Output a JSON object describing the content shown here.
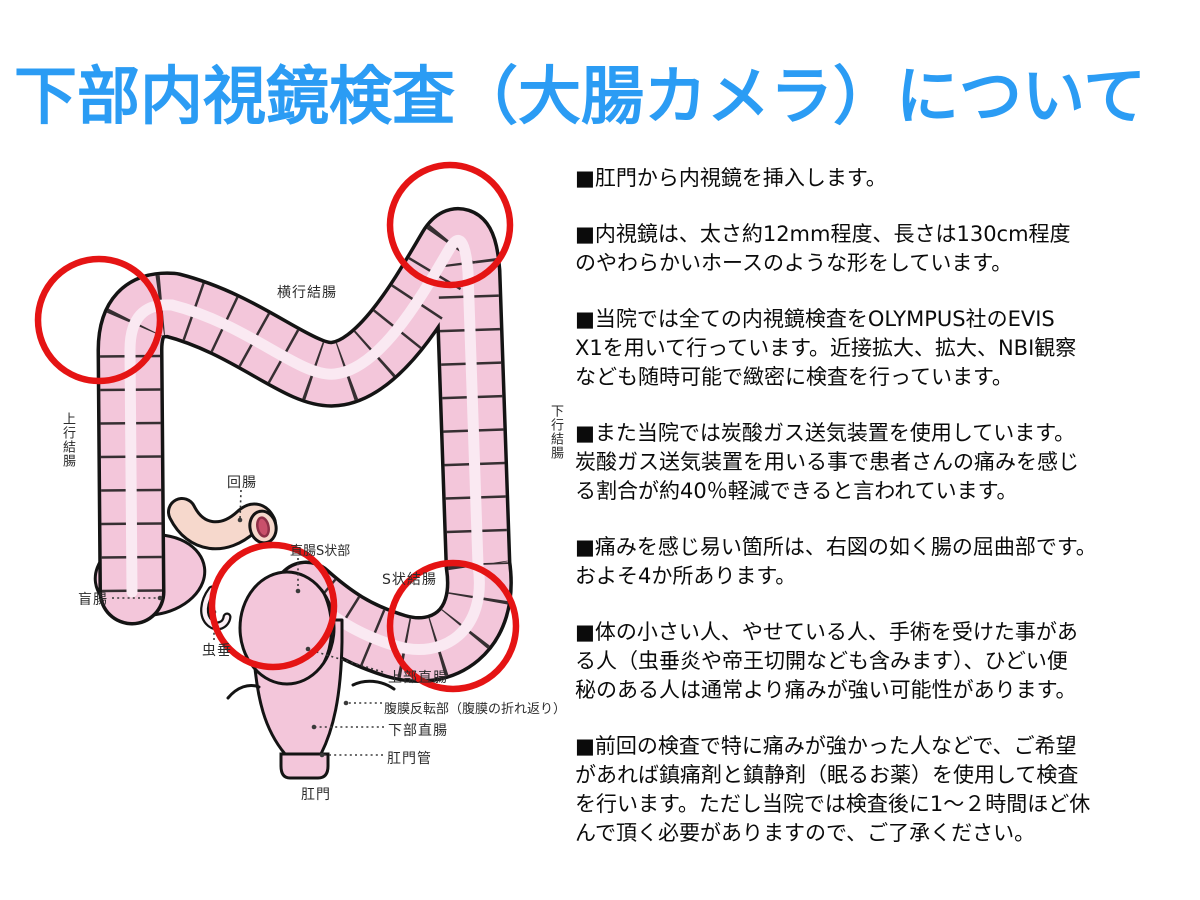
{
  "title": "下部内視鏡検査（大腸カメラ）について",
  "colors": {
    "title_blue": "#2B9CF4",
    "colon_pink": "#F3C6DA",
    "lumen_pink": "#FAE9F2",
    "outline_black": "#141414",
    "circle_red": "#E51414",
    "ileum_peach": "#F6D8CC",
    "body_text": "#0B0B0B"
  },
  "bullets": [
    {
      "lines": [
        "■肛門から内視鏡を挿入します。"
      ]
    },
    {
      "lines": [
        "■内視鏡は、太さ約12mm程度、長さは130cm程度",
        "のやわらかいホースのような形をしています。"
      ]
    },
    {
      "lines": [
        "■当院では全ての内視鏡検査をOLYMPUS社のEVIS",
        "X1を用いて行っています。近接拡大、拡大、NBI観察",
        "なども随時可能で緻密に検査を行っています。"
      ]
    },
    {
      "lines": [
        "■また当院では炭酸ガス送気装置を使用しています。",
        "炭酸ガス送気装置を用いる事で患者さんの痛みを感じ",
        "る割合が約40％軽減できると言われています。"
      ]
    },
    {
      "lines": [
        "■痛みを感じ易い箇所は、右図の如く腸の屈曲部です。",
        "およそ4か所あります。"
      ]
    },
    {
      "lines": [
        "■体の小さい人、やせている人、手術を受けた事があ",
        "る人（虫垂炎や帝王切開なども含みます）、ひどい便",
        "秘のある人は通常より痛みが強い可能性があります。"
      ]
    },
    {
      "lines": [
        "■前回の検査で特に痛みが強かった人などで、ご希望",
        "があれば鎮痛剤と鎮静剤（眠るお薬）を使用して検査",
        "を行います。ただし当院では検査後に1～２時間ほど休",
        "んで頂く必要がありますので、ご了承ください。"
      ]
    }
  ],
  "diagram": {
    "description": "大腸の解剖図（痛みを感じ易い屈曲部4か所を赤丸で表示）",
    "labels": [
      {
        "id": "transverse-colon",
        "text": "横行結腸"
      },
      {
        "id": "ascending-colon",
        "text": "上行結腸"
      },
      {
        "id": "descending-colon",
        "text": "下行結腸"
      },
      {
        "id": "ileum",
        "text": "回腸"
      },
      {
        "id": "cecum",
        "text": "盲腸"
      },
      {
        "id": "appendix",
        "text": "虫垂"
      },
      {
        "id": "rectosigmoid",
        "text": "直腸S状部"
      },
      {
        "id": "sigmoid-colon",
        "text": "S状結腸"
      },
      {
        "id": "upper-rectum",
        "text": "上部直腸"
      },
      {
        "id": "peritoneal-reflection",
        "text": "腹膜反転部（腹膜の折れ返り）"
      },
      {
        "id": "lower-rectum",
        "text": "下部直腸"
      },
      {
        "id": "anal-canal",
        "text": "肛門管"
      },
      {
        "id": "anus",
        "text": "肛門"
      }
    ],
    "pain_point_count": "4"
  }
}
